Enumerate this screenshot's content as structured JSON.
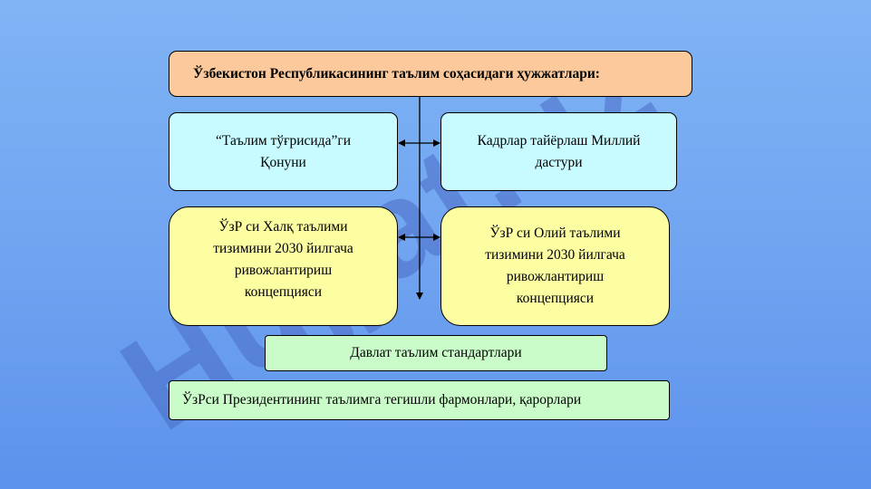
{
  "watermark": {
    "text": "Hujjat.uz"
  },
  "diagram": {
    "title": "Ўзбекистон Республикасининг таълим соҳасидаги  ҳужжатлари:",
    "law": "“Таълим тўғрисида”ги\nҚонуни",
    "program": "Кадрлар тайёрлаш Миллий\nдастури",
    "concept_public": "ЎзР си Халқ таълими\nтизимини 2030 йилгача\nривожлантириш\nконцепцияси",
    "concept_higher": "ЎзР си Олий таълими\nтизимини 2030 йилгача\nривожлантириш\nконцепцияси",
    "standards": "Давлат таълим стандартлари",
    "decrees": "ЎзРси Президентининг таълимга тегишли фармонлари, қарорлари"
  },
  "colors": {
    "background": "#74a8f2",
    "title_fill": "#fbc99b",
    "cyan_fill": "#c7fbff",
    "yellow_fill": "#fdfda2",
    "green_fill": "#c9fcc8",
    "watermark": "#4a6cc4"
  }
}
